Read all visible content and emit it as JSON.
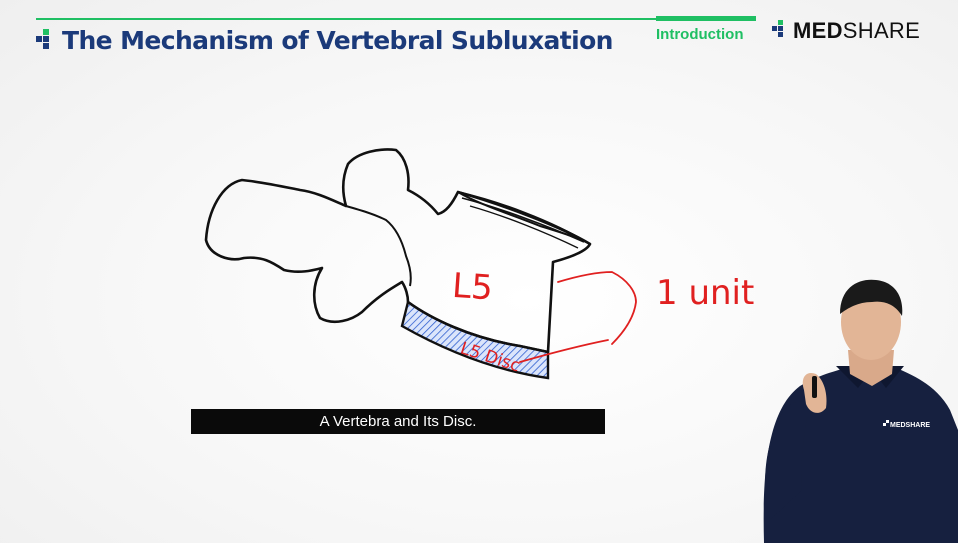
{
  "header": {
    "title": "The Mechanism of Vertebral Subluxation",
    "section_label": "Introduction",
    "logo_bold": "MED",
    "logo_light": "SHARE"
  },
  "colors": {
    "accent_green": "#1fbf63",
    "title_navy": "#1b3a7a",
    "annotation_red": "#e02020",
    "disc_blue": "#2f5fd0"
  },
  "drawing": {
    "label_vertebra": "L5",
    "label_disc": "L5 Disc",
    "label_unit": "1 unit"
  },
  "caption": {
    "text": "A Vertebra and Its Disc."
  },
  "presenter": {
    "shirt_logo": "MEDSHARE"
  }
}
